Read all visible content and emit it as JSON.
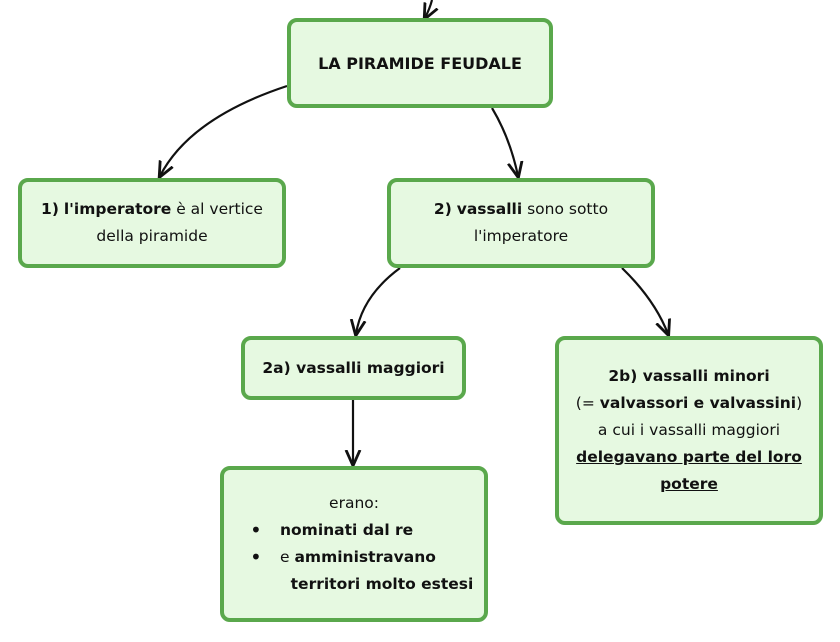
{
  "diagram": {
    "title": "LA PIRAMIDE FEUDALE",
    "imperatore": {
      "num": "1)",
      "bold": "l'imperatore",
      "rest": " è al vertice della piramide"
    },
    "vassalli": {
      "num": "2)",
      "bold": "vassalli",
      "rest": " sono sotto l'imperatore"
    },
    "maggiori": {
      "label": "2a) vassalli maggiori"
    },
    "minori": {
      "heading": "2b) vassalli minori",
      "paren_open": "(= ",
      "paren_bold": "valvassori e valvassini",
      "paren_close": ")",
      "line3": "a cui i vassalli maggiori",
      "underlined": "delegavano parte del loro potere"
    },
    "erano": {
      "intro": "erano:",
      "item1": "nominati dal re",
      "item2_pre": "e ",
      "item2_bold": "amministravano",
      "item2_cont": "territori molto estesi"
    },
    "colors": {
      "fill": "#e6f9e1",
      "border": "#5aa84c",
      "arrow": "#111111"
    }
  }
}
